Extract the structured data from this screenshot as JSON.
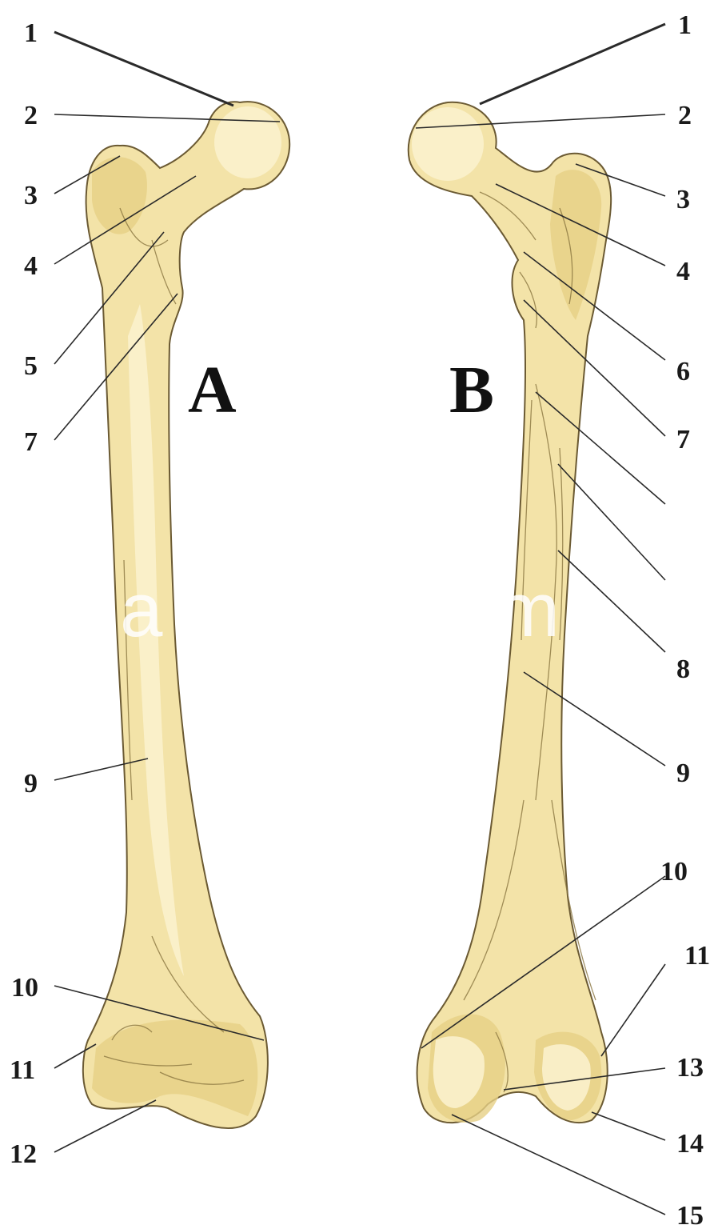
{
  "views": [
    {
      "id": "A",
      "label": "A"
    },
    {
      "id": "B",
      "label": "B"
    }
  ],
  "labels_A": [
    "1",
    "2",
    "3",
    "4",
    "5",
    "7",
    "9",
    "10",
    "11",
    "12"
  ],
  "labels_B": [
    "1",
    "2",
    "3",
    "4",
    "6",
    "7",
    "8",
    "9",
    "10",
    "11",
    "13",
    "14",
    "15"
  ],
  "colors": {
    "bone_fill": "#f3e3a8",
    "bone_outline": "#6b5a33",
    "leader_line": "#2a2a2a",
    "label_text": "#1a1a1a"
  }
}
